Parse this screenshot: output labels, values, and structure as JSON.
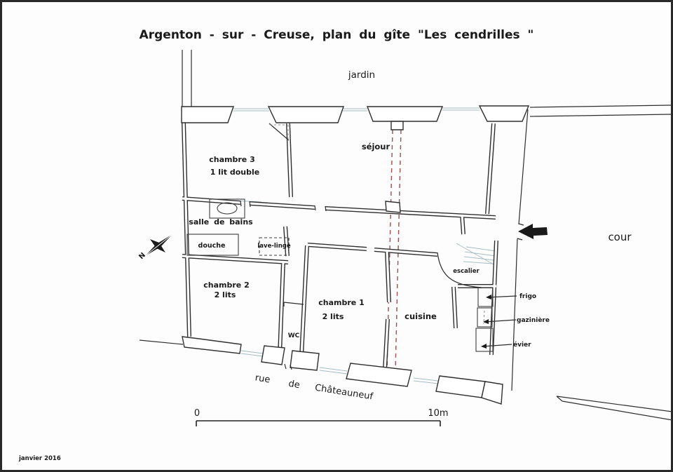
{
  "page": {
    "title": "Argenton - sur - Creuse,  plan  du  gîte  \"Les cendrilles \"",
    "date": "janvier 2016"
  },
  "areas": {
    "jardin": "jardin",
    "cour": "cour",
    "street": {
      "word1": "rue",
      "word2": "de",
      "word3": "Châteauneuf"
    }
  },
  "rooms": {
    "chambre3": {
      "name": "chambre 3",
      "detail": "1 lit double"
    },
    "sejour": {
      "name": "séjour"
    },
    "salle_de_bains": {
      "name": "salle de bains"
    },
    "douche": {
      "name": "douche"
    },
    "lave_linge": {
      "name": "lave-linge"
    },
    "chambre2": {
      "name": "chambre  2",
      "detail": "2 lits"
    },
    "wc": {
      "name": "WC"
    },
    "chambre1": {
      "name": "chambre  1",
      "detail": "2 lits"
    },
    "cuisine": {
      "name": "cuisine"
    },
    "escalier": {
      "name": "escalier"
    }
  },
  "appliances": {
    "frigo": "frigo",
    "gaziniere": "gazinière",
    "evier": "évier"
  },
  "scale": {
    "start": "0",
    "end": "10m"
  },
  "compass": {
    "north": "N"
  },
  "colors": {
    "wall": "#2e2e2e",
    "underlay": "#a7bdc5",
    "demolition_dashed": "#9b5151",
    "entrance_arrow": "#1a1a1a",
    "background": "#fdfdfd"
  }
}
